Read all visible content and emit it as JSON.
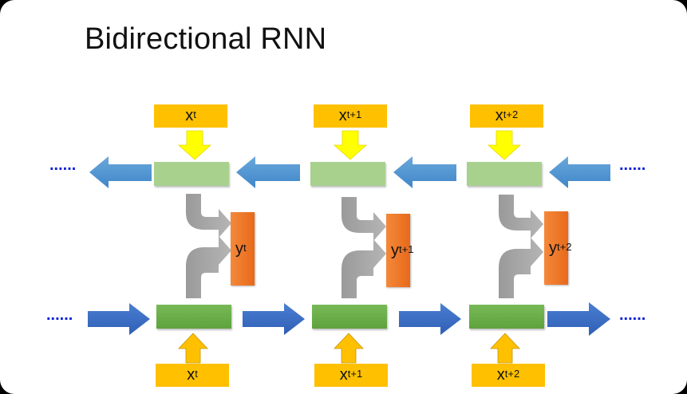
{
  "title": "Bidirectional RNN",
  "ellipsis": "......",
  "timesteps": [
    {
      "x_base": "x",
      "x_sup": "t",
      "y_base": "y",
      "y_sup": "t"
    },
    {
      "x_base": "x",
      "x_sup": "t+1",
      "y_base": "y",
      "y_sup": "t+1"
    },
    {
      "x_base": "x",
      "x_sup": "t+2",
      "y_base": "y",
      "y_sup": "t+2"
    }
  ],
  "colors": {
    "input_box": "#ffc000",
    "backward_node": "#a9d18e",
    "forward_node": "#70ad47",
    "output_box": "#ed7d31",
    "backward_arrow": "#5b9bd5",
    "forward_arrow": "#4472c4",
    "input_arrow_top": "#ffff00",
    "input_arrow_bottom": "#ffc000",
    "merge_arrow": "#a5a5a5",
    "ellipsis": "#0b22d9"
  }
}
